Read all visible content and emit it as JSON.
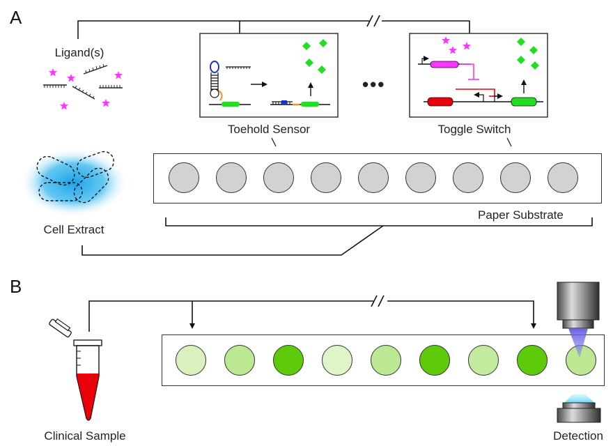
{
  "panel_a": {
    "letter": "A",
    "ligand_label": "Ligand(s)",
    "toehold_label": "Toehold Sensor",
    "ellipsis": "•••",
    "toggle_label": "Toggle Switch",
    "cell_extract_label": "Cell Extract",
    "paper_label": "Paper Substrate",
    "wells": 9
  },
  "panel_b": {
    "letter": "B",
    "clinical_label": "Clinical Sample",
    "detection_label": "Detection",
    "well_levels": [
      0.15,
      0.35,
      1.0,
      0.1,
      0.35,
      1.0,
      0.3,
      1.0,
      0.35
    ]
  },
  "colors": {
    "magenta": "#ff33ff",
    "green": "#22dd22",
    "well_grey": "#d2d2d2",
    "well_green_dark": "#5ecb0a",
    "well_green_light": "#eef8de",
    "cell_glow": "#29aee8",
    "red_tube": "#e8000a",
    "orange": "#ff8c1a",
    "blue": "#2233cc"
  }
}
